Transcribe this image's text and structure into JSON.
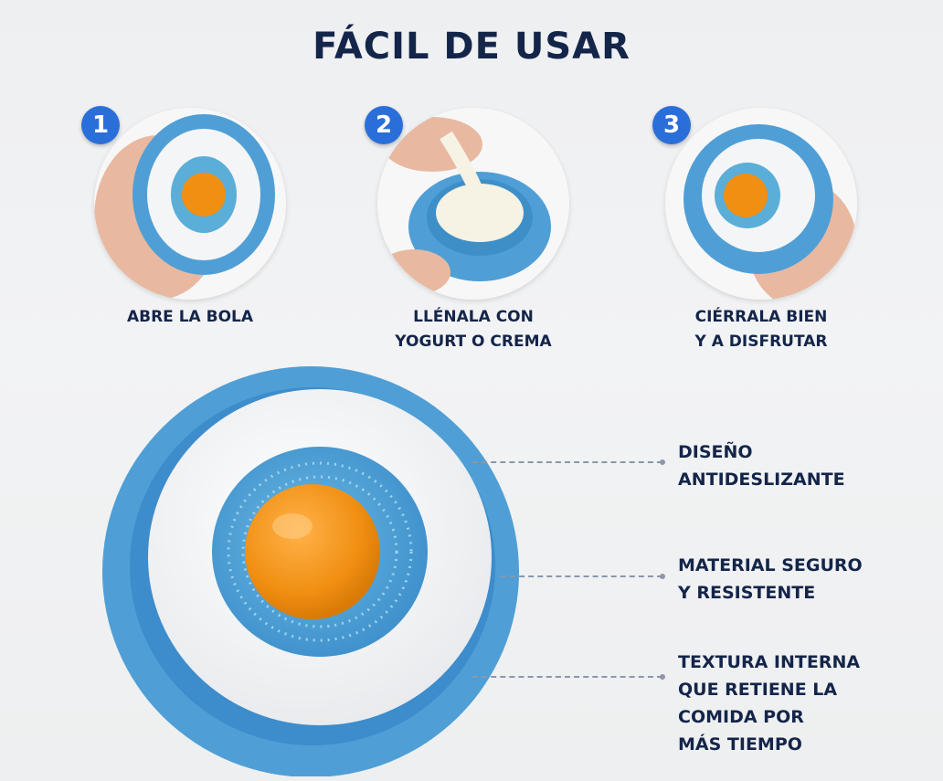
{
  "title": "FÁCIL DE USAR",
  "steps": [
    {
      "number": "1",
      "label_lines": [
        "ABRE LA BOLA"
      ]
    },
    {
      "number": "2",
      "label_lines": [
        "LLÉNALA CON",
        "YOGURT O CREMA"
      ]
    },
    {
      "number": "3",
      "label_lines": [
        "CIÉRRALA BIEN",
        "Y A DISFRUTAR"
      ]
    }
  ],
  "features": [
    {
      "lines": [
        "DISEÑO",
        "ANTIDESLIZANTE"
      ]
    },
    {
      "lines": [
        "MATERIAL SEGURO",
        "Y RESISTENTE"
      ]
    },
    {
      "lines": [
        "TEXTURA INTERNA",
        "QUE RETIENE LA",
        "COMIDA POR",
        "MÁS TIEMPO"
      ]
    }
  ],
  "colors": {
    "title": "#14254a",
    "badge": "#2a6fd9",
    "ball_blue": "#4f9fd6",
    "ball_white": "#f4f5f6",
    "ball_orange": "#f08f12"
  },
  "icons": [
    "lick-ball-image",
    "hand-image",
    "cream-image"
  ]
}
